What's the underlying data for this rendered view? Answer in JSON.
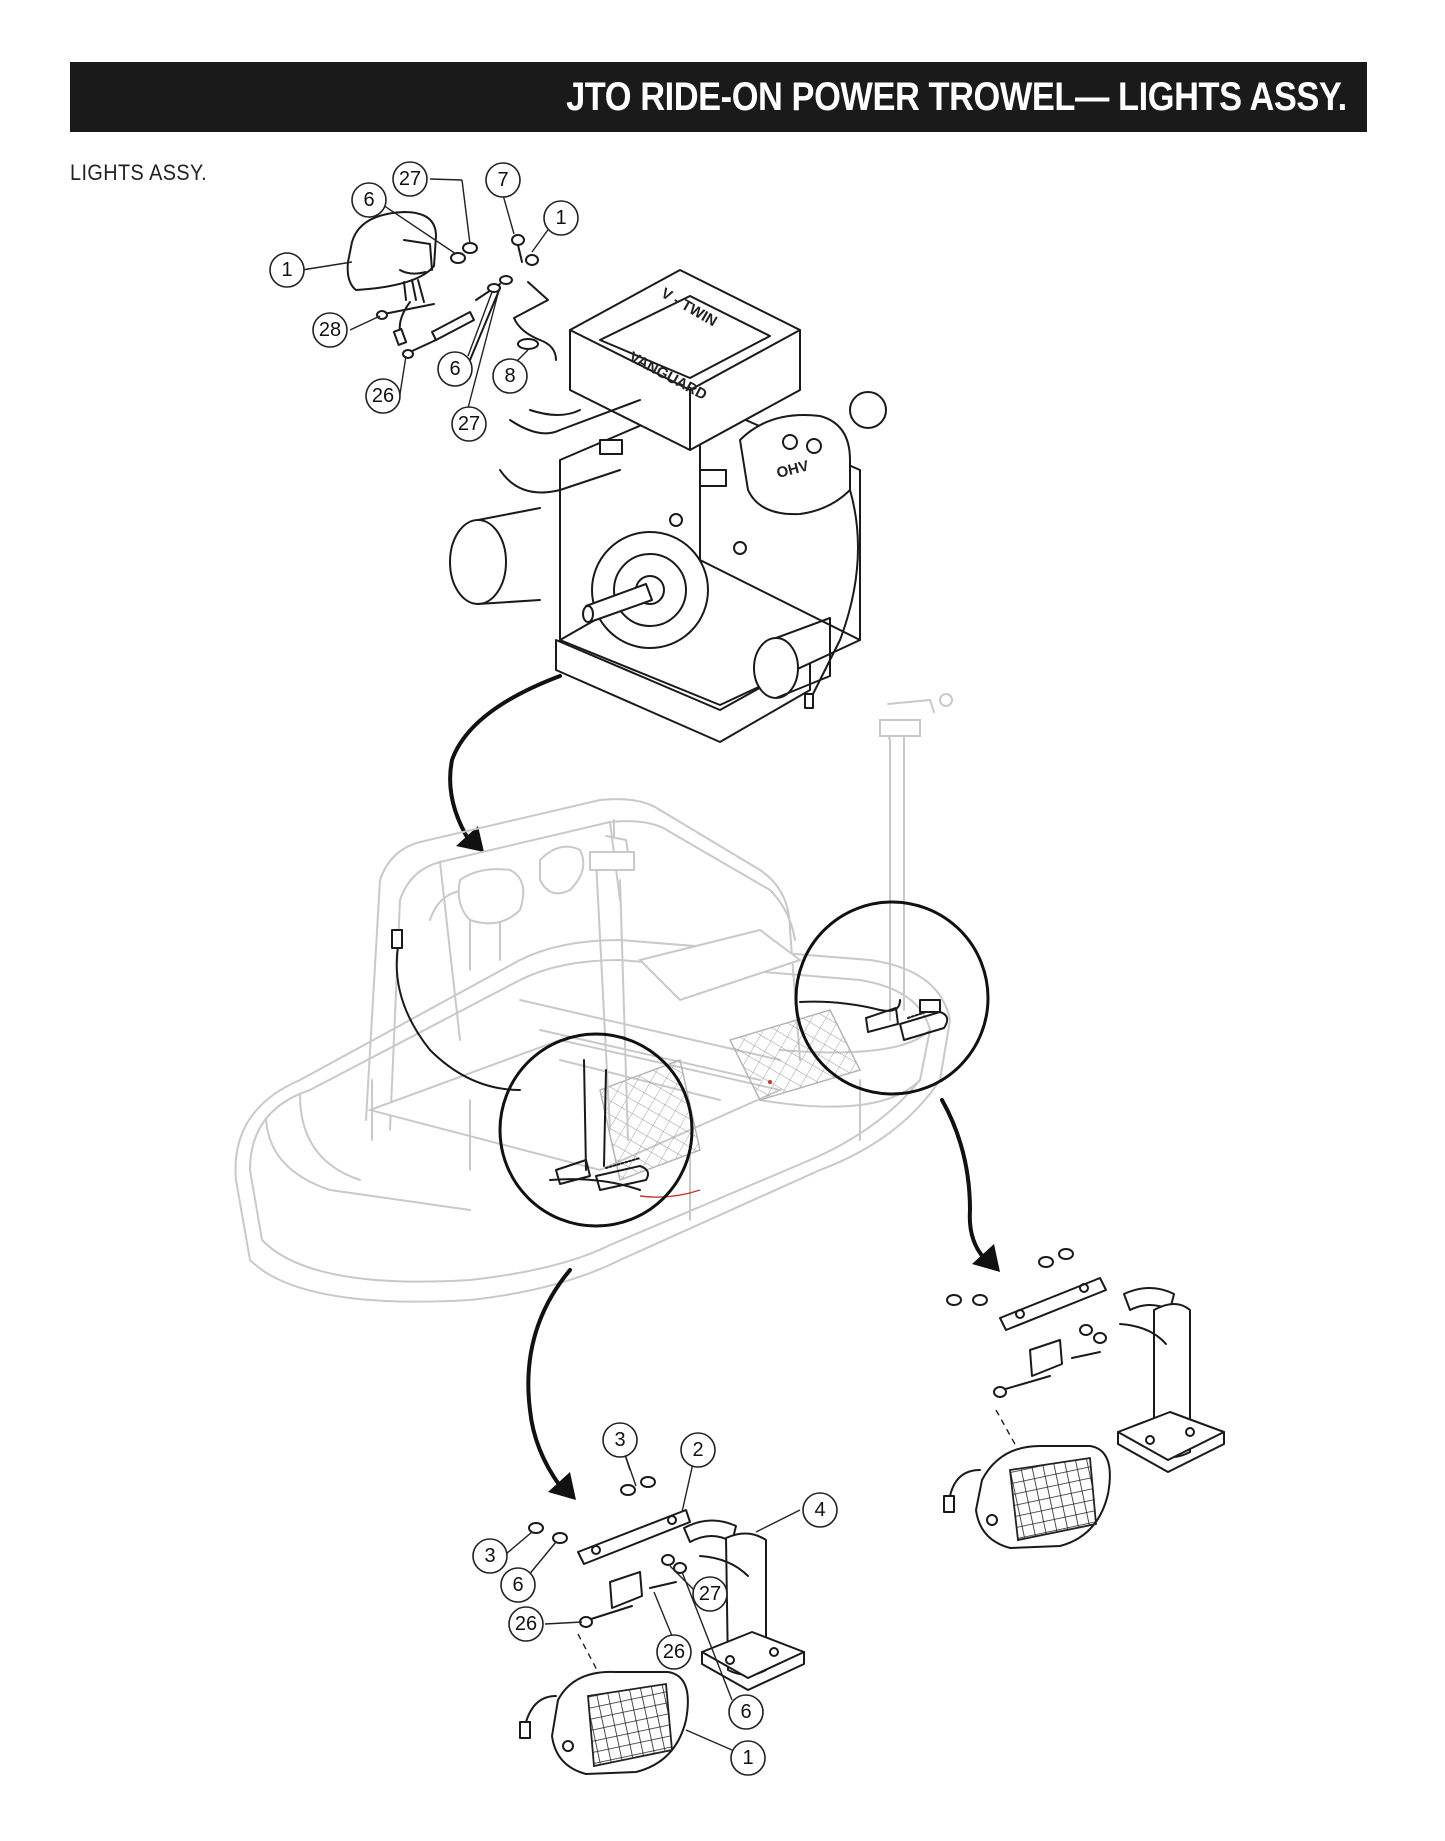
{
  "header": {
    "title": "JTO RIDE-ON POWER TROWEL— LIGHTS ASSY."
  },
  "section": {
    "label": "LIGHTS   ASSY."
  },
  "engine": {
    "brand_label": "VANGUARD",
    "model_label": "V - TWIN",
    "valve_cover_label": "OHV"
  },
  "callouts": {
    "top": [
      "27",
      "6",
      "7",
      "1",
      "1",
      "28",
      "6",
      "8",
      "26",
      "27"
    ],
    "bottom": [
      "3",
      "2",
      "4",
      "3",
      "6",
      "27",
      "26",
      "26",
      "6",
      "1"
    ]
  },
  "colors": {
    "title_bar": "#1a1a1a",
    "title_text": "#ffffff",
    "ink": "#1a1a1a",
    "ghost_frame": "#c9c9c9",
    "accent_red": "#c0392b"
  }
}
